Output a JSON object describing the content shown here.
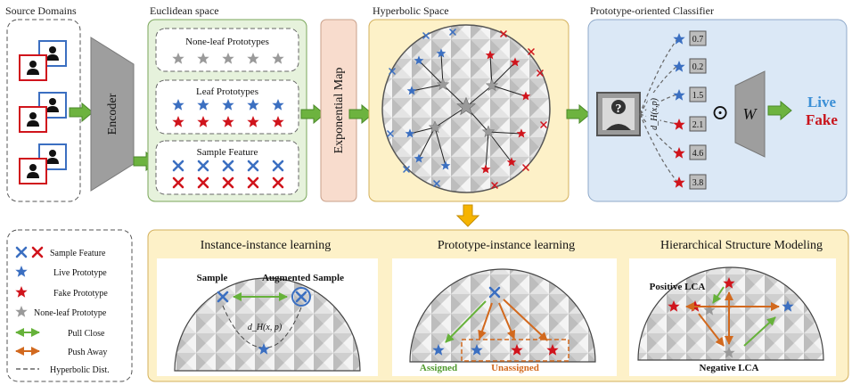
{
  "titles": {
    "source": "Source Domains",
    "euclidean": "Euclidean space",
    "hyperbolic": "Hyperbolic Space",
    "classifier": "Prototype-oriented Classifier"
  },
  "encoder": "Encoder",
  "exp_map": "Exponential Map",
  "euclid_boxes": {
    "nonleaf": "None-leaf Prototypes",
    "leaf": "Leaf Prototypes",
    "sample": "Sample Feature"
  },
  "classifier": {
    "distances": [
      "0.7",
      "0.2",
      "1.5",
      "2.1",
      "4.6",
      "3.8"
    ],
    "dist_label": "d_H(x,p)",
    "odot": "⊙",
    "weight": "W",
    "live": "Live",
    "fake": "Fake"
  },
  "legend": {
    "sample_feature": "Sample Feature",
    "live": "Live Prototype",
    "fake": "Fake Prototype",
    "nonleaf": "None-leaf Prototype",
    "pull": "Pull Close",
    "push": "Push Away",
    "hyp_dist": "Hyperbolic Dist."
  },
  "learning": {
    "instance": "Instance-instance learning",
    "proto": "Prototype-instance learning",
    "hier": "Hierarchical Structure Modeling"
  },
  "instance_labels": {
    "sample": "Sample",
    "augmented": "Augmented Sample",
    "dist": "d_H(x, p)"
  },
  "proto_labels": {
    "assigned": "Assigned",
    "unassigned": "Unassigned"
  },
  "hier_labels": {
    "positive": "Positive LCA",
    "negative": "Negative LCA"
  },
  "colors": {
    "live_blue": "#3b6fc1",
    "fake_red": "#d0141c",
    "gray_star": "#9a9a9a",
    "green": "#66b23a",
    "orange": "#d2691e",
    "euclid_bg": "#e6f2dc",
    "hyper_bg": "#fdf1c8",
    "classifier_bg": "#dbe8f6",
    "exp_bg": "#f8dccd"
  }
}
